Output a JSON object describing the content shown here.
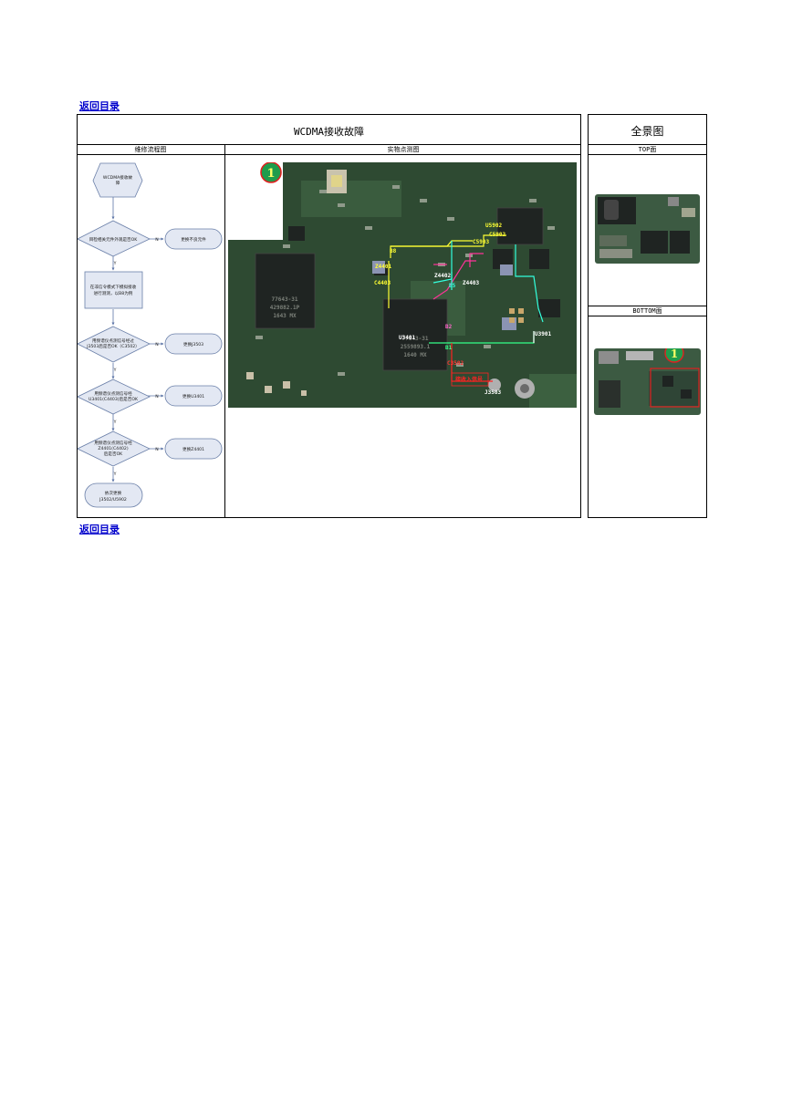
{
  "nav": {
    "back_top": "返回目录",
    "back_bottom": "返回目录"
  },
  "main_table": {
    "title": "WCDMA接收故障",
    "col_flow": "维修流程图",
    "col_photo": "实物点测图"
  },
  "overview": {
    "title": "全景图",
    "top_label": "TOP面",
    "bottom_label": "BOTTOM面",
    "marker": "1"
  },
  "flowchart": {
    "start": [
      "WCDMA接收故",
      "障"
    ],
    "step1": "目检相关元件外观是否OK",
    "step1_action": "更换不良元件",
    "step2": [
      "在非信令模式下模拟接收",
      "进行测测，以B8为例"
    ],
    "step3": [
      "用频谱仪点测信号经过",
      "J3503后是否OK（C3502）"
    ],
    "step3_action": "更换J3503",
    "step4": [
      "用频谱仪点测信号经",
      "U3401(C4403)后是否OK"
    ],
    "step4_action": "更换U3401",
    "step5": [
      "用频谱仪点测信号经",
      "Z4401(C4402)",
      "后是否OK"
    ],
    "step5_action": "更换Z4401",
    "end": [
      "依次更换",
      "J3502/U5902"
    ],
    "no_label": "N",
    "yes_label": "Y"
  },
  "pcb_photo": {
    "marker": "1",
    "labels": {
      "u5902": "U5902",
      "u3401": "U3401",
      "j3503": "J3503",
      "b8": "B8",
      "b2": "B2",
      "b1": "B1",
      "b5": "B5",
      "z4401": "Z4401",
      "z4402": "Z4402",
      "z4403": "Z4403",
      "c4403": "C4403",
      "c3502": "C3502",
      "u3901": "U3901",
      "c5902": "C5902",
      "c5903": "C5903",
      "signal_in": "接收入信号",
      "chip_a": [
        "77643-31",
        "429882.1P",
        "1643  MX"
      ],
      "chip_b": [
        "77643-31",
        "2559893.1",
        "1640  MX"
      ]
    }
  },
  "colors": {
    "link": "#0000cc",
    "pcb": "#2e4a32",
    "flow_fill": "#e3e8f3",
    "flow_stroke": "#6a7fa8"
  }
}
